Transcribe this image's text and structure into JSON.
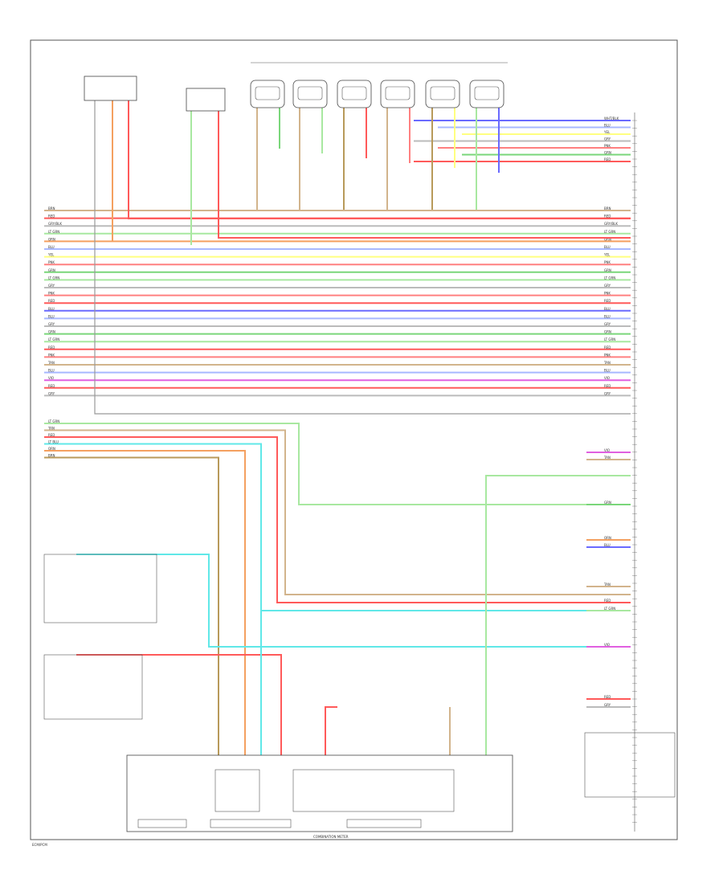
{
  "palette": {
    "orange": "#f4a060",
    "tan": "#d2b48c",
    "pink": "#ff8080",
    "red": "#ff5a5a",
    "green": "#7ad67a",
    "lightgreen": "#a8e8a0",
    "yellow": "#ffff80",
    "blue": "#6a6aff",
    "lightblue": "#a8b8ff",
    "gray": "#bbbbbb",
    "magenta": "#e060e0",
    "cyan": "#60e8e8",
    "brown": "#b89a5a"
  },
  "labels": {
    "bottom_left": "ECM/PCM",
    "bottom_center": "COMBINATION METER"
  },
  "top_wires": [
    {
      "color": "blue",
      "label": "WHT/BLK"
    },
    {
      "color": "lightblue",
      "label": "BLU"
    },
    {
      "color": "yellow",
      "label": "YEL"
    },
    {
      "color": "gray",
      "label": "GRY"
    },
    {
      "color": "pink",
      "label": "PNK"
    },
    {
      "color": "green",
      "label": "GRN"
    },
    {
      "color": "red",
      "label": "RED"
    }
  ],
  "main_wires": [
    {
      "color": "tan",
      "label": "BRN"
    },
    {
      "color": "red",
      "label": "RED"
    },
    {
      "color": "gray",
      "label": "GRY/BLK"
    },
    {
      "color": "lightgreen",
      "label": "LT GRN"
    },
    {
      "color": "orange",
      "label": "ORN"
    },
    {
      "color": "lightblue",
      "label": "BLU"
    },
    {
      "color": "yellow",
      "label": "YEL"
    },
    {
      "color": "pink",
      "label": "PNK"
    },
    {
      "color": "green",
      "label": "GRN"
    },
    {
      "color": "lightgreen",
      "label": "LT GRN"
    },
    {
      "color": "gray",
      "label": "GRY"
    },
    {
      "color": "pink",
      "label": "PNK"
    },
    {
      "color": "red",
      "label": "RED"
    },
    {
      "color": "blue",
      "label": "BLU"
    },
    {
      "color": "lightblue",
      "label": "BLU"
    },
    {
      "color": "gray",
      "label": "GRY"
    },
    {
      "color": "green",
      "label": "GRN"
    },
    {
      "color": "lightgreen",
      "label": "LT GRN"
    },
    {
      "color": "red",
      "label": "RED"
    },
    {
      "color": "pink",
      "label": "PNK"
    },
    {
      "color": "tan",
      "label": "TAN"
    },
    {
      "color": "lightblue",
      "label": "BLU"
    },
    {
      "color": "magenta",
      "label": "VIO"
    },
    {
      "color": "red",
      "label": "RED"
    },
    {
      "color": "gray",
      "label": "GRY"
    }
  ],
  "lower_wires": [
    {
      "color": "lightgreen",
      "label": "LT GRN"
    },
    {
      "color": "tan",
      "label": "TAN"
    },
    {
      "color": "red",
      "label": "RED"
    },
    {
      "color": "cyan",
      "label": "LT BLU"
    },
    {
      "color": "orange",
      "label": "ORN"
    },
    {
      "color": "brown",
      "label": "BRN"
    }
  ],
  "right_stubs": [
    {
      "color": "magenta",
      "label": "VIO"
    },
    {
      "color": "tan",
      "label": "TAN"
    },
    {
      "color": "green",
      "label": "GRN"
    },
    {
      "color": "orange",
      "label": "ORN"
    },
    {
      "color": "blue",
      "label": "BLU"
    },
    {
      "color": "tan",
      "label": "TAN"
    },
    {
      "color": "red",
      "label": "RED"
    },
    {
      "color": "lightgreen",
      "label": "LT GRN"
    },
    {
      "color": "magenta",
      "label": "VIO"
    },
    {
      "color": "red",
      "label": "RED"
    },
    {
      "color": "gray",
      "label": "GRY"
    }
  ]
}
